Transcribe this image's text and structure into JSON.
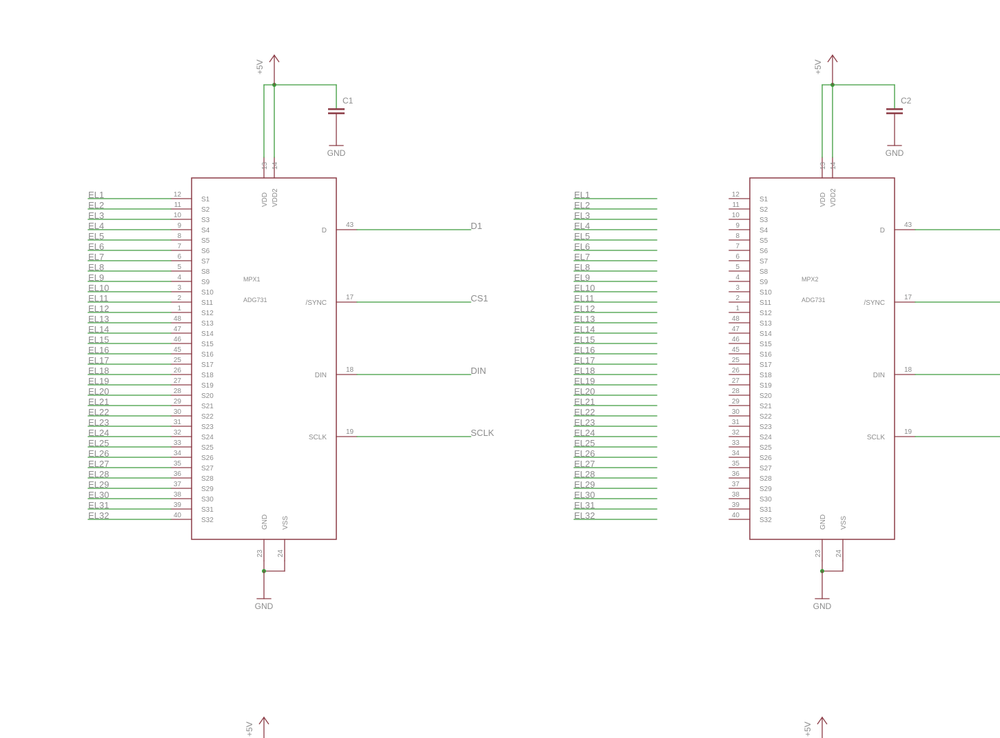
{
  "colors": {
    "wire": "#3c9b3c",
    "part": "#8c3c46",
    "text": "#8c8c8c",
    "junction": "#3c9b3c",
    "background": "#ffffff"
  },
  "supply": {
    "vcc": "+5V",
    "gnd": "GND"
  },
  "chips": [
    {
      "name": "MPX1",
      "value": "ADG731",
      "capacitor": "C1",
      "supply_pins": [
        {
          "num": "13",
          "name": "VDD"
        },
        {
          "num": "14",
          "name": "VDD2"
        }
      ],
      "ground_pins": [
        {
          "num": "23",
          "name": "GND"
        },
        {
          "num": "24",
          "name": "VSS"
        }
      ],
      "right_pins": [
        {
          "num": "43",
          "name": "D",
          "net": "D1"
        },
        {
          "num": "17",
          "name": "/SYNC",
          "net": "CS1"
        },
        {
          "num": "18",
          "name": "DIN",
          "net": "DIN"
        },
        {
          "num": "19",
          "name": "SCLK",
          "net": "SCLK"
        }
      ]
    },
    {
      "name": "MPX2",
      "value": "ADG731",
      "capacitor": "C2",
      "supply_pins": [
        {
          "num": "13",
          "name": "VDD"
        },
        {
          "num": "14",
          "name": "VDD2"
        }
      ],
      "ground_pins": [
        {
          "num": "23",
          "name": "GND"
        },
        {
          "num": "24",
          "name": "VSS"
        }
      ],
      "right_pins": [
        {
          "num": "43",
          "name": "D",
          "net": ""
        },
        {
          "num": "17",
          "name": "/SYNC",
          "net": ""
        },
        {
          "num": "18",
          "name": "DIN",
          "net": ""
        },
        {
          "num": "19",
          "name": "SCLK",
          "net": ""
        }
      ]
    }
  ],
  "source_pins": [
    {
      "name": "S1",
      "num": "12",
      "net": "EL1"
    },
    {
      "name": "S2",
      "num": "11",
      "net": "EL2"
    },
    {
      "name": "S3",
      "num": "10",
      "net": "EL3"
    },
    {
      "name": "S4",
      "num": "9",
      "net": "EL4"
    },
    {
      "name": "S5",
      "num": "8",
      "net": "EL5"
    },
    {
      "name": "S6",
      "num": "7",
      "net": "EL6"
    },
    {
      "name": "S7",
      "num": "6",
      "net": "EL7"
    },
    {
      "name": "S8",
      "num": "5",
      "net": "EL8"
    },
    {
      "name": "S9",
      "num": "4",
      "net": "EL9"
    },
    {
      "name": "S10",
      "num": "3",
      "net": "EL10"
    },
    {
      "name": "S11",
      "num": "2",
      "net": "EL11"
    },
    {
      "name": "S12",
      "num": "1",
      "net": "EL12"
    },
    {
      "name": "S13",
      "num": "48",
      "net": "EL13"
    },
    {
      "name": "S14",
      "num": "47",
      "net": "EL14"
    },
    {
      "name": "S15",
      "num": "46",
      "net": "EL15"
    },
    {
      "name": "S16",
      "num": "45",
      "net": "EL16"
    },
    {
      "name": "S17",
      "num": "25",
      "net": "EL17"
    },
    {
      "name": "S18",
      "num": "26",
      "net": "EL18"
    },
    {
      "name": "S19",
      "num": "27",
      "net": "EL19"
    },
    {
      "name": "S20",
      "num": "28",
      "net": "EL20"
    },
    {
      "name": "S21",
      "num": "29",
      "net": "EL21"
    },
    {
      "name": "S22",
      "num": "30",
      "net": "EL22"
    },
    {
      "name": "S23",
      "num": "31",
      "net": "EL23"
    },
    {
      "name": "S24",
      "num": "32",
      "net": "EL24"
    },
    {
      "name": "S25",
      "num": "33",
      "net": "EL25"
    },
    {
      "name": "S26",
      "num": "34",
      "net": "EL26"
    },
    {
      "name": "S27",
      "num": "35",
      "net": "EL27"
    },
    {
      "name": "S28",
      "num": "36",
      "net": "EL28"
    },
    {
      "name": "S29",
      "num": "37",
      "net": "EL29"
    },
    {
      "name": "S30",
      "num": "38",
      "net": "EL30"
    },
    {
      "name": "S31",
      "num": "39",
      "net": "EL31"
    },
    {
      "name": "S32",
      "num": "40",
      "net": "EL32"
    }
  ]
}
